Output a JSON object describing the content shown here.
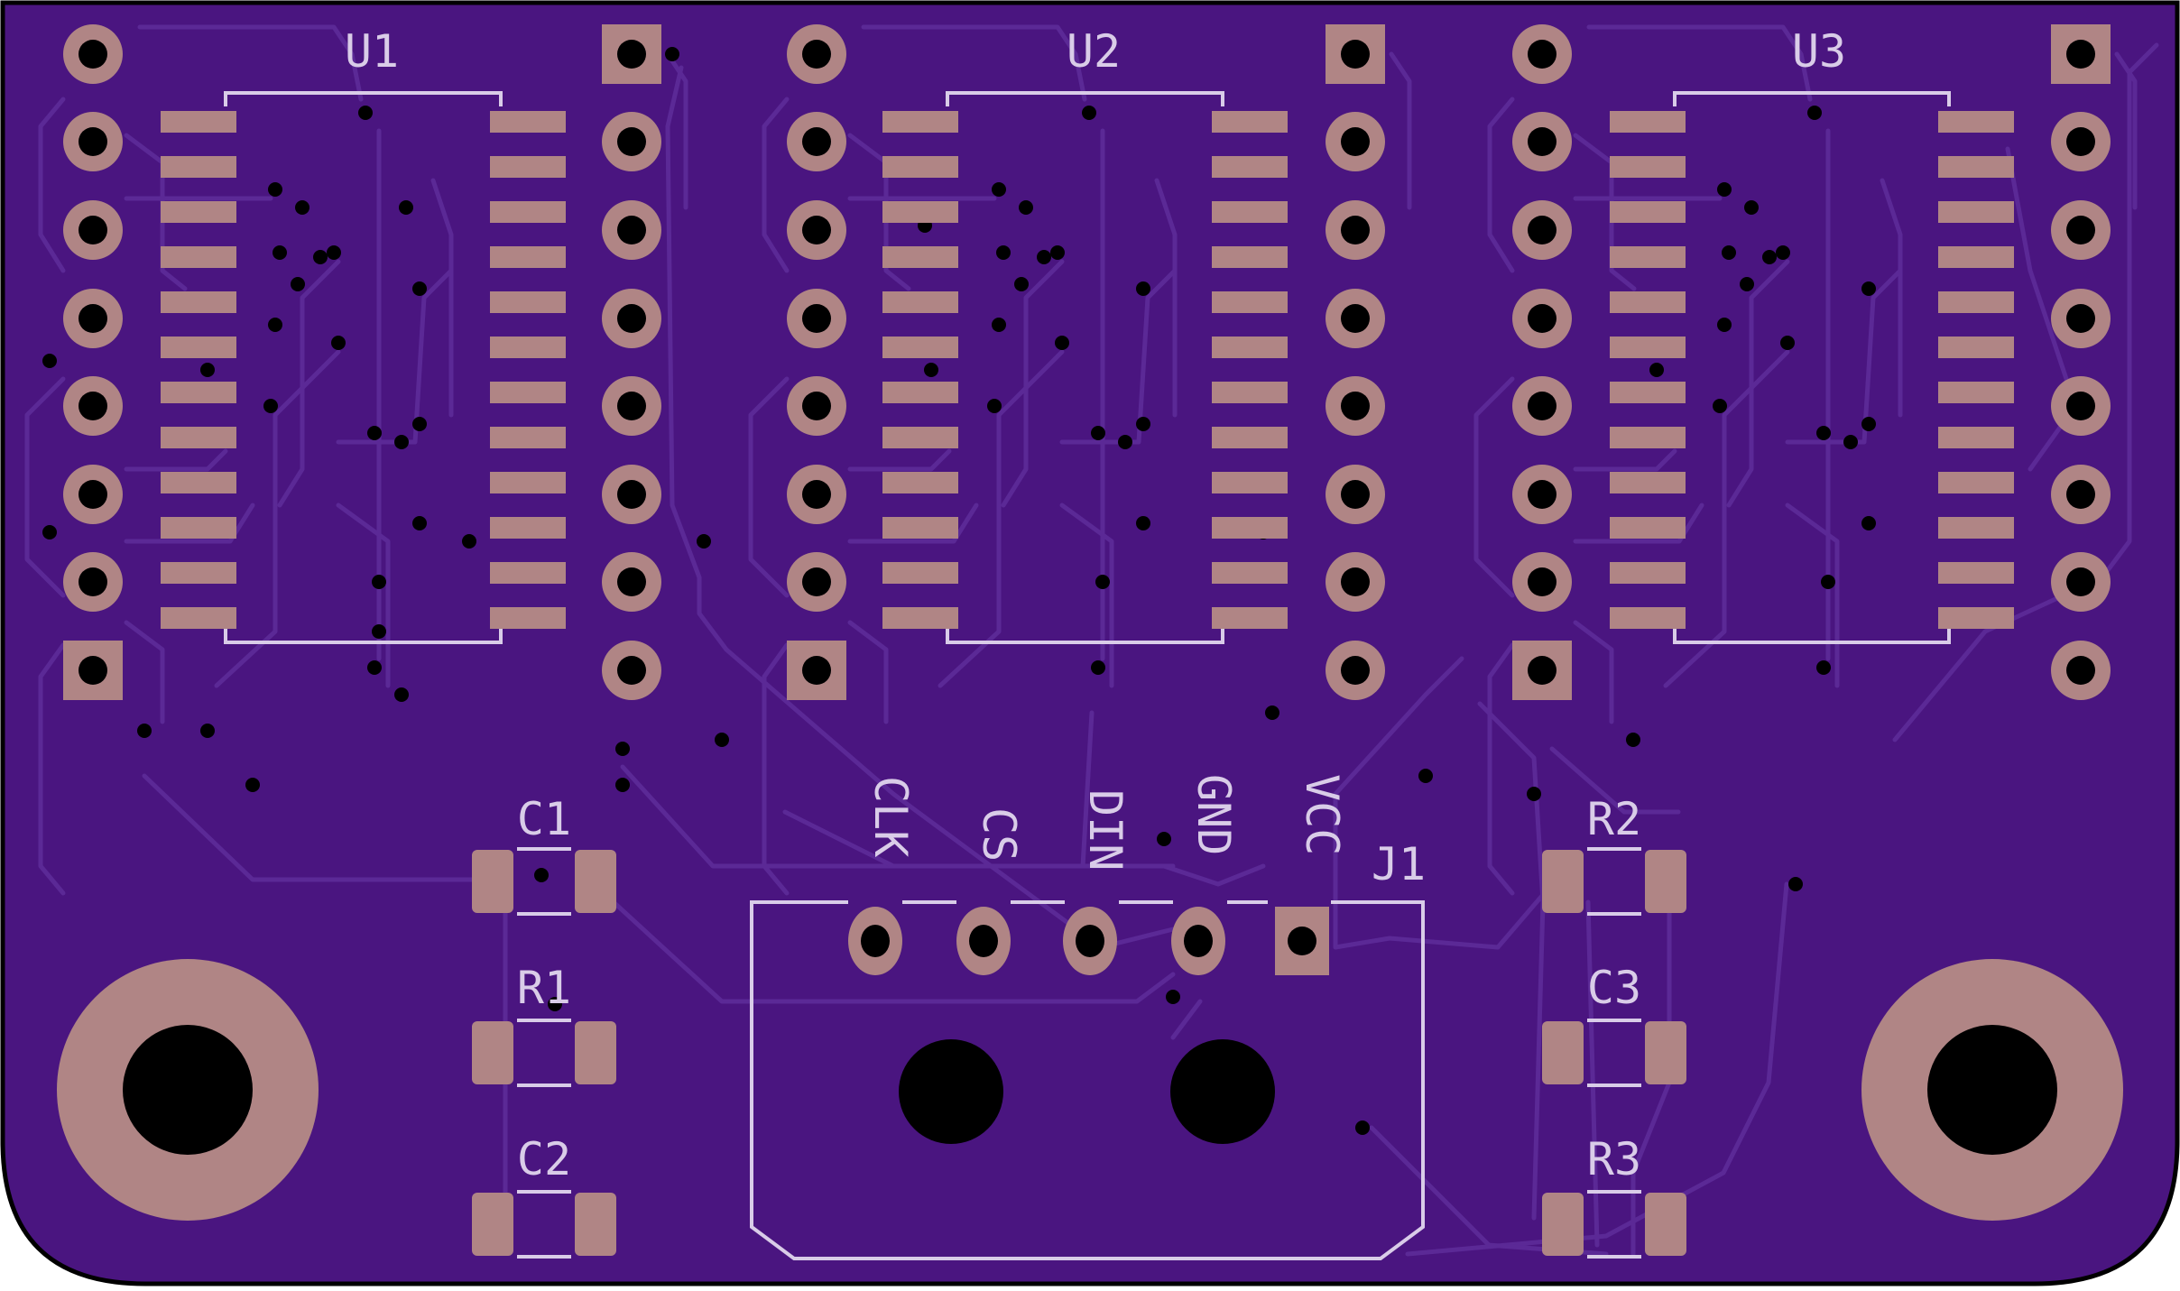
{
  "board": {
    "colors": {
      "soldermask": "#4a1580",
      "outline": "#000000",
      "trace": "#5b2996",
      "pad": "#b08585",
      "silkscreen": "#d9cce8",
      "drill": "#000000"
    },
    "chips": [
      {
        "ref": "U1"
      },
      {
        "ref": "U2"
      },
      {
        "ref": "U3"
      }
    ],
    "connector": {
      "ref": "J1",
      "pins": [
        "CLK",
        "CS",
        "DIN",
        "GND",
        "VCC"
      ]
    },
    "components": {
      "left": [
        "C1",
        "R1",
        "C2"
      ],
      "right": [
        "R2",
        "C3",
        "R3"
      ]
    },
    "mounting_holes": [
      "left",
      "right"
    ]
  }
}
